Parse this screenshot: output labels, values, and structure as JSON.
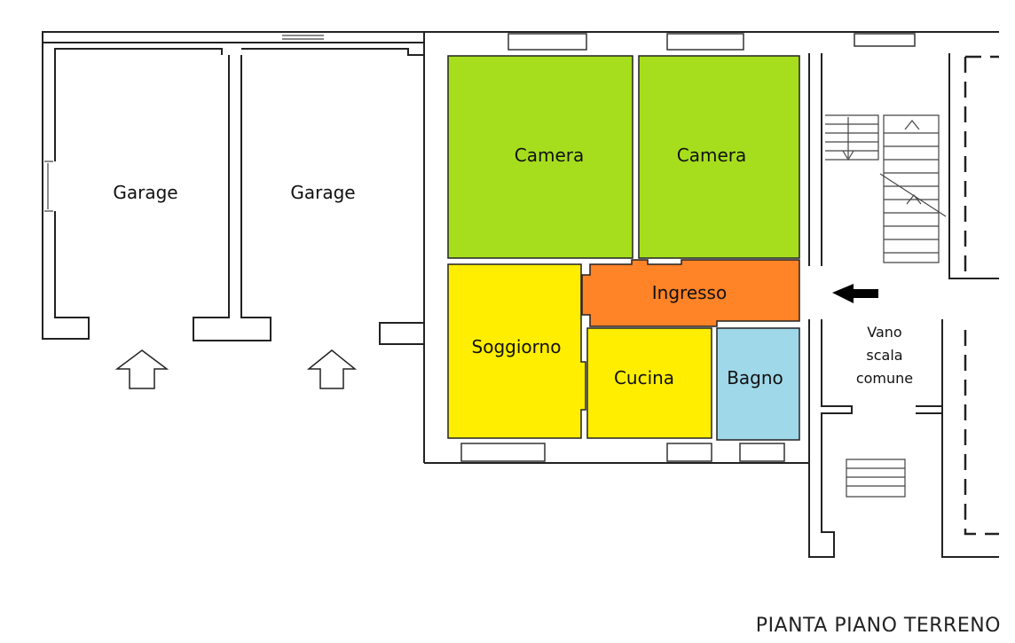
{
  "title": "PIANTA PIANO TERRENO",
  "rooms": {
    "garage_1": {
      "label": "Garage",
      "color": "#ffffff"
    },
    "garage_2": {
      "label": "Garage",
      "color": "#ffffff"
    },
    "camera_1": {
      "label": "Camera",
      "color": "#a6de1e"
    },
    "camera_2": {
      "label": "Camera",
      "color": "#a6de1e"
    },
    "ingresso": {
      "label": "Ingresso",
      "color": "#ff8327"
    },
    "soggiorno": {
      "label": "Soggiorno",
      "color": "#ffee00"
    },
    "cucina": {
      "label": "Cucina",
      "color": "#ffee00"
    },
    "bagno": {
      "label": "Bagno",
      "color": "#9fd8e8"
    }
  },
  "stairwell": {
    "lines": [
      "Vano",
      "scala",
      "comune"
    ]
  },
  "icons": {
    "garage_entry": "up-outline-arrow-icon",
    "entrance": "left-solid-arrow-icon"
  }
}
